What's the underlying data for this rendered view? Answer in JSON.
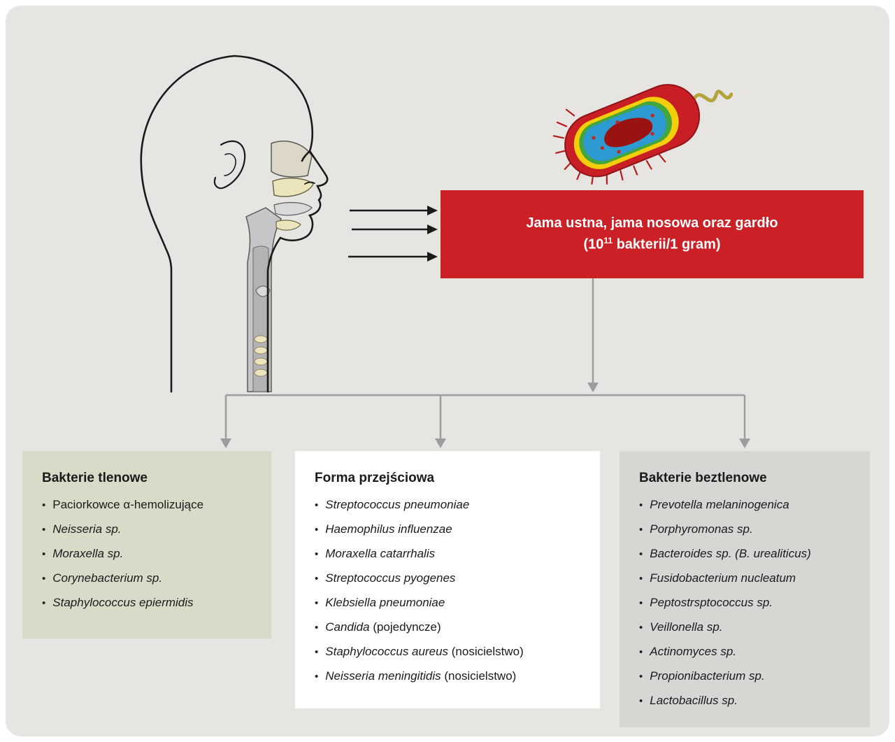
{
  "banner": {
    "line1": "Jama ustna, jama nosowa oraz gardło",
    "count_pre": "(10",
    "count_sup": "11",
    "count_post": " bakterii/1 gram)"
  },
  "boxes": [
    {
      "title": "Bakterie tlenowe",
      "items": [
        {
          "regular": "Paciorkowce α-hemolizujące"
        },
        {
          "italic": "Neisseria sp."
        },
        {
          "italic": "Moraxella sp."
        },
        {
          "italic": "Corynebacterium sp."
        },
        {
          "italic": "Staphylococcus epiermidis"
        }
      ]
    },
    {
      "title": "Forma przejściowa",
      "items": [
        {
          "italic": "Streptococcus pneumoniae"
        },
        {
          "italic": "Haemophilus influenzae"
        },
        {
          "italic": "Moraxella catarrhalis"
        },
        {
          "italic": "Streptococcus pyogenes"
        },
        {
          "italic": "Klebsiella pneumoniae"
        },
        {
          "italic": "Candida",
          "regular": " (pojedyncze)"
        },
        {
          "italic": "Staphylococcus aureus",
          "regular": " (nosicielstwo)"
        },
        {
          "italic": "Neisseria meningitidis",
          "regular": " (nosicielstwo)"
        }
      ]
    },
    {
      "title": "Bakterie beztlenowe",
      "items": [
        {
          "italic": "Prevotella melaninogenica"
        },
        {
          "italic": "Porphyromonas sp."
        },
        {
          "italic": "Bacteroides sp. (B. urealiticus)"
        },
        {
          "italic": "Fusidobacterium nucleatum"
        },
        {
          "italic": "Peptostrsptococcus sp."
        },
        {
          "italic": "Veillonella sp."
        },
        {
          "italic": "Actinomyces sp."
        },
        {
          "italic": "Propionibacterium sp."
        },
        {
          "italic": "Lactobacillus sp."
        }
      ]
    }
  ],
  "icons": {
    "head_illustration": "human-head-profile",
    "bacterium_illustration": "bacterium-cell"
  },
  "colors": {
    "canvas-bg": "#e7e5e1",
    "banner-bg": "#cb2026",
    "banner-text": "#ffffff",
    "box-aerobic-bg": "#d9dbc8",
    "box-transitional-bg": "#ffffff",
    "box-anaerobic-bg": "#d8d6d2",
    "connector-gray": "#9d9d9c",
    "arrow-black": "#1a1a1a",
    "text-color": "#1a1a1a"
  }
}
